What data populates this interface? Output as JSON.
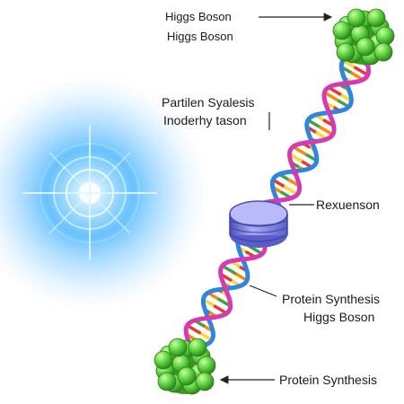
{
  "labels": {
    "top_line1": "Higgs Boson",
    "top_line2": "Higgs Boson",
    "mid_line1": "Partilen Syalesis",
    "mid_line2": "Inoderhy tason",
    "right_label": "Rexuenson",
    "lower_line1": "Protein Synthesis",
    "lower_line2": "Higgs Boson",
    "bottom_label": "Protein Synthesis"
  },
  "colors": {
    "glow": "#4fb7ff",
    "protein_cluster": "#5bd13f",
    "protein_complex": "#7a7fe0",
    "helix_backbone_blue": "#2e86de",
    "helix_backbone_magenta": "#d63ab3",
    "base_red": "#e53935",
    "base_orange": "#fb8c00",
    "base_yellow": "#fdd835",
    "base_green": "#43a047"
  },
  "icons": {
    "particle": "energy-burst-icon",
    "cluster_top": "protein-cluster-icon",
    "cluster_bottom": "protein-cluster-icon",
    "complex": "protein-complex-icon"
  }
}
